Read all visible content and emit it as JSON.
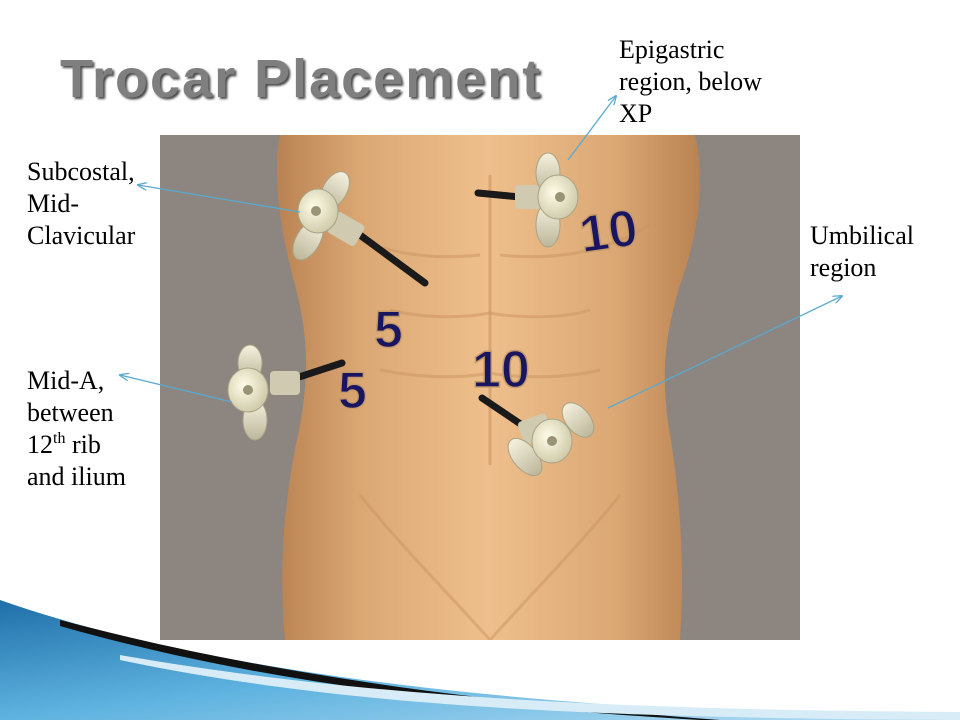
{
  "slide": {
    "title": "Trocar Placement"
  },
  "labels": {
    "epigastric": [
      "Epigastric",
      "region, below",
      "XP"
    ],
    "subcostal": [
      "Subcostal,",
      "Mid-",
      "Clavicular"
    ],
    "umbilical": [
      "Umbilical",
      "region"
    ],
    "mid_a": {
      "line1": "Mid-A,",
      "line2": "between",
      "line3_main": "12",
      "line3_sup": "th",
      "line3_rest": " rib",
      "line4": "and ilium"
    }
  },
  "trocar_sizes": {
    "epigastric": "10",
    "subcostal": "5",
    "mid_a": "5",
    "umbilical": "10"
  },
  "colors": {
    "background_panel": "#8c8580",
    "skin": "#e4b17c",
    "size_numbers": "#1a1560",
    "leader_lines": "#5aaad0",
    "title": "#7f7f7f"
  }
}
